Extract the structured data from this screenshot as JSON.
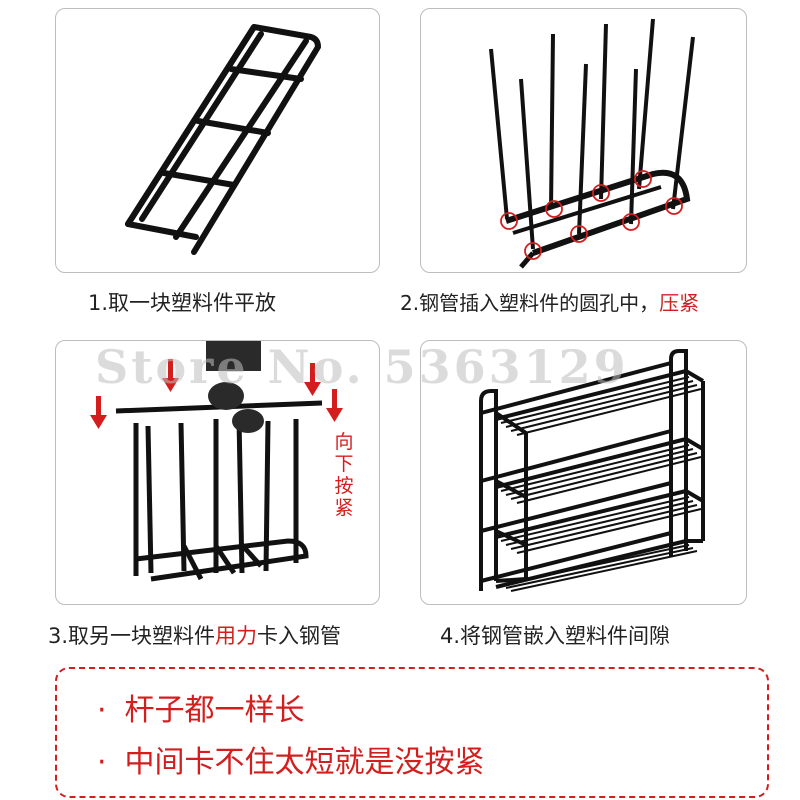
{
  "watermark": "Store No. 5363129",
  "steps": [
    {
      "caption": "1.取一块塑料件平放"
    },
    {
      "caption_main": "2.钢管插入塑料件的圆孔中，",
      "caption_red": "压紧"
    },
    {
      "caption_pre": "3.取另一块塑料件",
      "caption_red": "用力",
      "caption_post": "卡入钢管",
      "side_note": [
        "向",
        "下",
        "按",
        "紧"
      ]
    },
    {
      "caption": "4.将钢管嵌入塑料件间隙"
    }
  ],
  "notes": [
    {
      "bullet": "·",
      "text": "杆子都一样长"
    },
    {
      "bullet": "·",
      "text": "中间卡不住太短就是没按紧"
    }
  ],
  "colors": {
    "accent": "#d41e1e",
    "frame": "#111111",
    "border": "#bdbdbd"
  }
}
